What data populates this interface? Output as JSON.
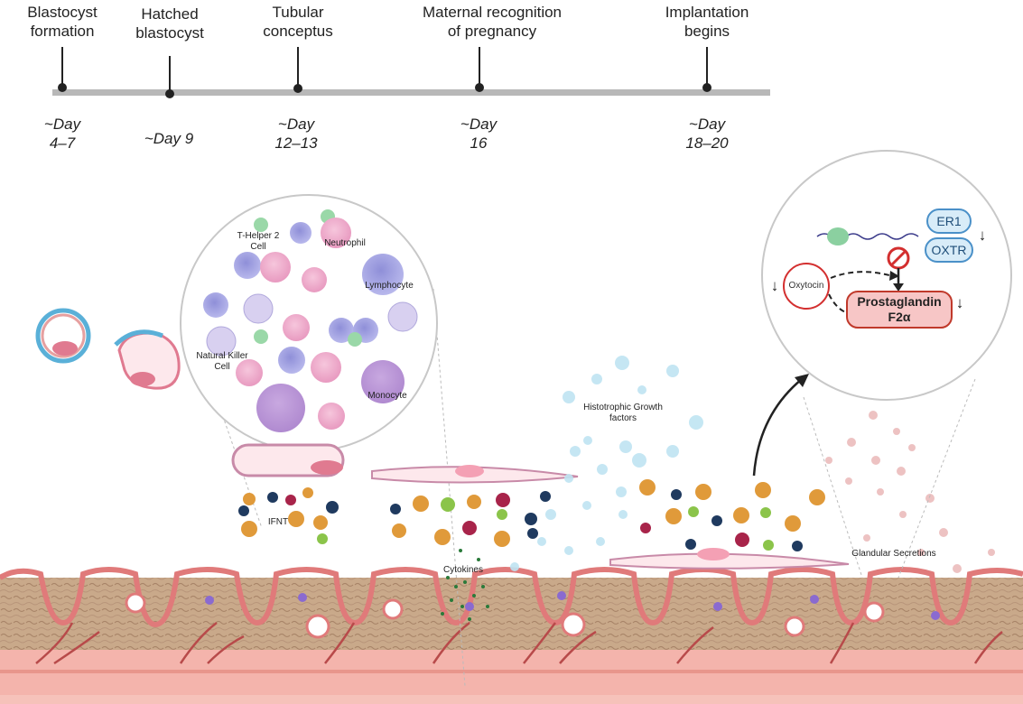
{
  "timeline": {
    "events": [
      {
        "label": "Blastocyst\nformation",
        "day": "~Day\n4–7"
      },
      {
        "label": "Hatched\nblastocyst",
        "day": "~Day 9"
      },
      {
        "label": "Tubular\nconceptus",
        "day": "~Day\n12–13"
      },
      {
        "label": "Maternal recognition\nof pregnancy",
        "day": "~Day\n16"
      },
      {
        "label": "Implantation\nbegins",
        "day": "~Day\n18–20"
      }
    ]
  },
  "immune_cells": {
    "th2": "T-Helper 2\nCell",
    "neutrophil": "Neutrophil",
    "lymphocyte": "Lymphocyte",
    "nk": "Natural Killer\nCell",
    "monocyte": "Monocyte"
  },
  "signals": {
    "ifnt": "IFNT",
    "cytokines": "Cytokines",
    "histotrophic": "Histotrophic Growth\nfactors",
    "glandular": "Glandular Secretions"
  },
  "pathway": {
    "er1": "ER1",
    "oxtr": "OXTR",
    "oxytocin": "Oxytocin",
    "pgf": "Prostaglandin\nF2α",
    "down_arrow": "↓"
  },
  "colors": {
    "timeline_bar": "#b8b8b8",
    "epithelium": "#e07a7a",
    "stroma": "#c9a98a",
    "muscle": "#f4b4ac",
    "pill_border": "#4a90c8",
    "pill_fill": "#d8ecf8",
    "pgf_border": "#c0392b",
    "pgf_fill": "#f7c6c6",
    "pgf_block": "#d32f2f"
  }
}
